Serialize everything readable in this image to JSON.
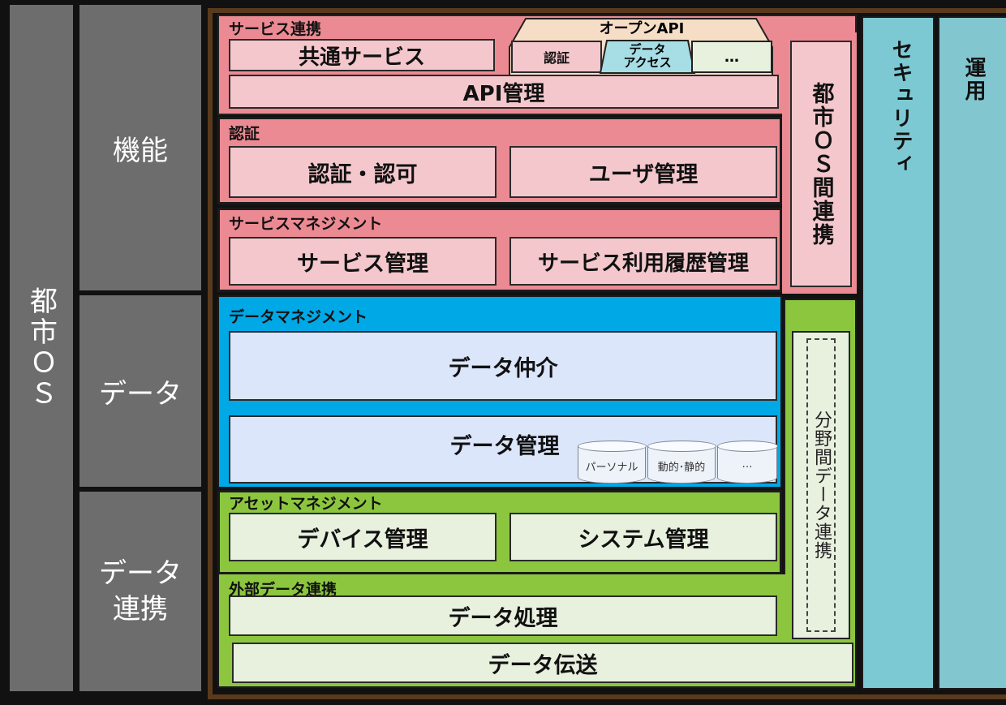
{
  "city_os_label": "都市ＯＳ",
  "layers": {
    "function": "機能",
    "data": "データ",
    "data_link": "データ\n連携"
  },
  "service_link": {
    "title": "サービス連携",
    "common_service": "共通サービス",
    "api_management": "API管理",
    "open_api": {
      "title": "オープンAPI",
      "auth": "認証",
      "data_access": "データ\nアクセス",
      "more": "…"
    }
  },
  "auth": {
    "title": "認証",
    "authn_authz": "認証・認可",
    "user_management": "ユーザ管理"
  },
  "service_management": {
    "title": "サービスマネジメント",
    "service_admin": "サービス管理",
    "usage_history": "サービス利用履歴管理"
  },
  "inter_os_link": "都市ＯＳ間連携",
  "data_management": {
    "title": "データマネジメント",
    "brokerage": "データ仲介",
    "data_admin": "データ管理",
    "stores": [
      "パーソナル",
      "動的･静的",
      "…"
    ]
  },
  "asset_management": {
    "title": "アセットマネジメント",
    "device": "デバイス管理",
    "system": "システム管理"
  },
  "external_link": {
    "title": "外部データ連携",
    "processing": "データ処理",
    "transmission": "データ伝送"
  },
  "cross_domain_link": "分野間データ連携",
  "security": "セキュリティ",
  "operation": "運用",
  "colors": {
    "outer_bg": "#111111",
    "grey_column": "#6d6d6d",
    "frame_brown": "#5a3a1c",
    "service_red": "#ec8a93",
    "service_pink": "#f3c7cc",
    "data_blue": "#00a8e6",
    "data_light": "#dbe6fb",
    "asset_green": "#8cc63f",
    "green_light": "#e8f0de",
    "security_cyan": "#7dc9d3",
    "operation_cyan": "#82c7d0"
  }
}
